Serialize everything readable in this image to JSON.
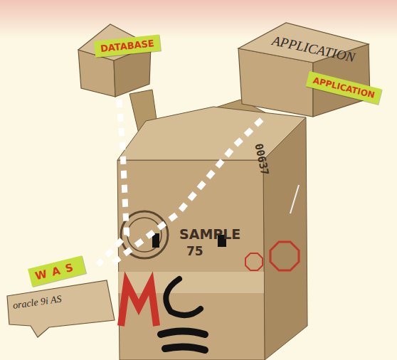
{
  "diagram": {
    "nodes": [
      {
        "text": [
          "DATABASE"
        ]
      },
      {
        "text": [
          "APPLICATION",
          "APPLICATION"
        ]
      },
      {
        "text": [
          "WAS",
          "oracle 9i AS"
        ]
      }
    ],
    "edges": [
      {
        "from": 0,
        "to": 2,
        "arrow": "none"
      },
      {
        "from": 1,
        "to": 2,
        "arrow": "none"
      }
    ],
    "labels": [
      "SAMPLE",
      "75",
      "00637"
    ]
  }
}
